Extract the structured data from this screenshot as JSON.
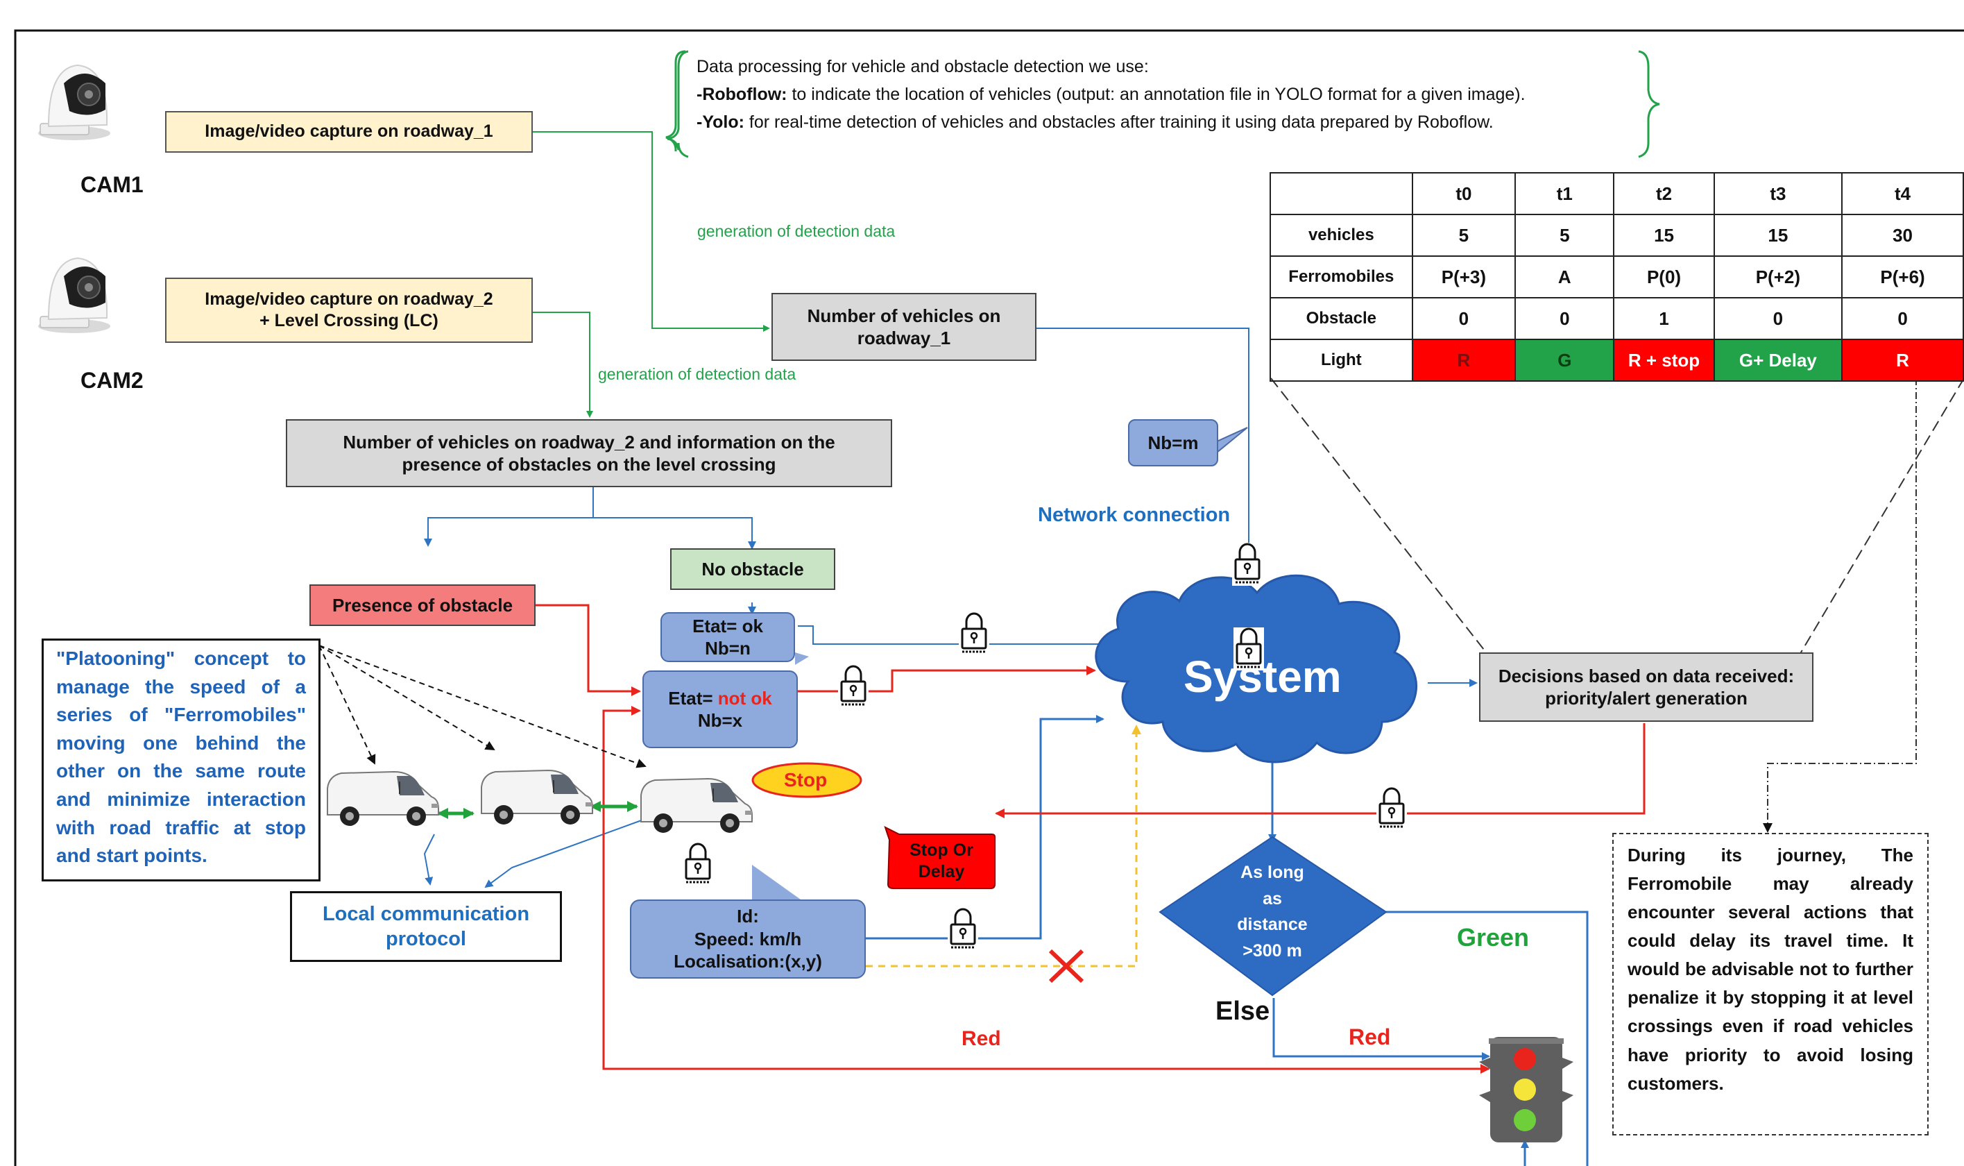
{
  "cameras": [
    {
      "label": "CAM1"
    },
    {
      "label": "CAM2"
    }
  ],
  "capture": {
    "roadway1": "Image/video capture on roadway_1",
    "roadway2_line1": "Image/video capture on roadway_2",
    "roadway2_line2": "+ Level Crossing (LC)"
  },
  "generation_label": "generation of detection data",
  "info_box": {
    "line1": "Data processing for vehicle and obstacle detection we use:",
    "line2_bold": "-Roboflow:",
    "line2_rest": " to indicate the location of vehicles (output: an annotation file in YOLO format for a given image).",
    "line3_bold": "-Yolo:",
    "line3_rest": " for real-time detection of vehicles and obstacles after training it using data prepared by Roboflow."
  },
  "count_roadway1": {
    "line1": "Number of vehicles on",
    "line2": "roadway_1"
  },
  "count_roadway2": {
    "line1": "Number of vehicles on roadway_2 and information on the",
    "line2": "presence of obstacles on the level crossing"
  },
  "nb_m": "Nb=m",
  "network_connection": "Network connection",
  "no_obstacle": "No obstacle",
  "presence_obstacle": "Presence of obstacle",
  "etat_ok": {
    "line1": "Etat= ok",
    "line2": "Nb=n"
  },
  "etat_not_ok": {
    "prefix": "Etat= ",
    "status": "not ok",
    "line2": "Nb=x"
  },
  "system_label": "System",
  "decisions": {
    "line1": "Decisions based on data received:",
    "line2": "priority/alert generation"
  },
  "platooning_text": "\"Platooning\" concept to manage the speed of a series of \"Ferromobiles\" moving one behind the other on the same route and minimize interaction with road traffic at stop and start points.",
  "local_protocol": {
    "line1": "Local communication",
    "line2": "protocol"
  },
  "stop_label": "Stop",
  "stop_or_delay": {
    "line1": "Stop Or",
    "line2": "Delay"
  },
  "vehicle_info": {
    "line1": "Id:",
    "line2": "Speed:  km/h",
    "line3": "Localisation:(x,y)"
  },
  "decision_diamond": {
    "line1": "As long",
    "line2": "as",
    "line3": "distance",
    "line4": ">300 m"
  },
  "branch_green": "Green",
  "branch_else": "Else",
  "branch_red": "Red",
  "journey_text": "During its journey, The Ferromobile may already encounter several actions that could delay its travel time. It would be advisable not to further penalize it by stopping it at level crossings even if road vehicles have priority to avoid losing customers.",
  "table": {
    "header": [
      "",
      "t0",
      "t1",
      "t2",
      "t3",
      "t4"
    ],
    "rows": [
      {
        "label": "vehicles",
        "cells": [
          "5",
          "5",
          "15",
          "15",
          "30"
        ]
      },
      {
        "label": "Ferromobiles",
        "cells": [
          "P(+3)",
          "A",
          "P(0)",
          "P(+2)",
          "P(+6)"
        ]
      },
      {
        "label": "Obstacle",
        "cells": [
          "0",
          "0",
          "1",
          "0",
          "0"
        ]
      },
      {
        "label": "Light",
        "cells": [
          "R",
          "G",
          "R + stop",
          "G+ Delay",
          "R"
        ]
      }
    ],
    "light_colors": [
      "#ff0000",
      "#22a34a",
      "#ff0000",
      "#22a34a",
      "#ff0000"
    ],
    "light_text_colors": [
      "#7a1010",
      "#0f3d12",
      "#ffffff",
      "#ffffff",
      "#ffffff"
    ]
  },
  "colors": {
    "green_wire": "#22a34a",
    "blue_wire": "#2e74c2",
    "red_wire": "#e8241c",
    "yellow_dash": "#f2c12e",
    "cloud": "#2e6bc2",
    "diamond": "#2e6bc2"
  },
  "icons": [
    "camera-icon",
    "lock-icon",
    "van-icon",
    "traffic-light-icon",
    "cross-icon",
    "cloud-icon"
  ]
}
